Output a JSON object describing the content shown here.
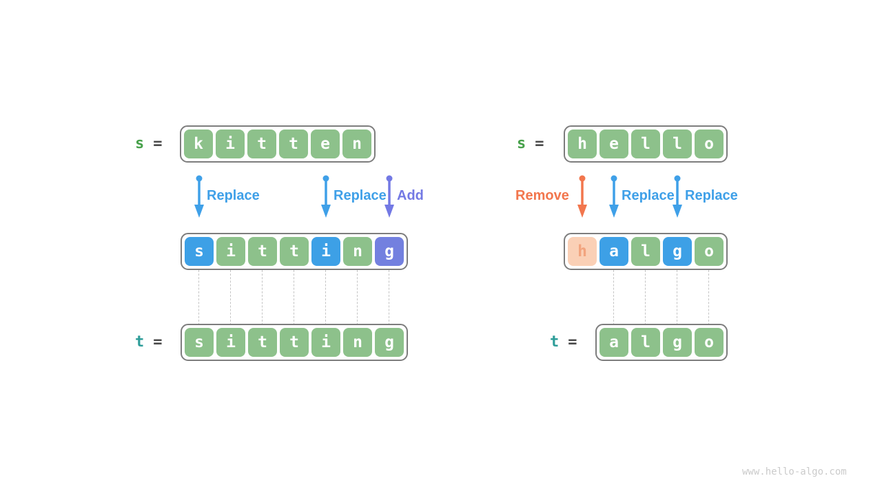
{
  "eq": "=",
  "watermark": "www.hello-algo.com",
  "palette": {
    "cell_green": "#8dc18b",
    "cell_blue": "#3da0e6",
    "cell_purple": "#7380df",
    "cell_peach_bg": "#fad0b6",
    "cell_peach_text": "#f2a47e",
    "arrow_blue": "#3fa0e8",
    "arrow_purple": "#7379e4",
    "arrow_orange": "#f2764d",
    "s_label_green": "#47a14b",
    "t_label_teal": "#2e9d99",
    "equals_gray": "#4a4a4a",
    "container_border": "#7d7d7d",
    "connector_gray": "#c4c4c4",
    "watermark_gray": "#cbcbcb"
  },
  "left": {
    "s_label": "s",
    "t_label": "t",
    "s_row": {
      "cells": [
        {
          "char": "k",
          "variant": "green"
        },
        {
          "char": "i",
          "variant": "green"
        },
        {
          "char": "t",
          "variant": "green"
        },
        {
          "char": "t",
          "variant": "green"
        },
        {
          "char": "e",
          "variant": "green"
        },
        {
          "char": "n",
          "variant": "green"
        }
      ]
    },
    "operations": [
      {
        "label": "Replace",
        "color": "blue"
      },
      {
        "label": "Replace",
        "color": "blue"
      },
      {
        "label": "Add",
        "color": "purple"
      }
    ],
    "mid_row": {
      "cells": [
        {
          "char": "s",
          "variant": "blue"
        },
        {
          "char": "i",
          "variant": "green"
        },
        {
          "char": "t",
          "variant": "green"
        },
        {
          "char": "t",
          "variant": "green"
        },
        {
          "char": "i",
          "variant": "blue"
        },
        {
          "char": "n",
          "variant": "green"
        },
        {
          "char": "g",
          "variant": "purple"
        }
      ]
    },
    "t_row": {
      "cells": [
        {
          "char": "s",
          "variant": "green"
        },
        {
          "char": "i",
          "variant": "green"
        },
        {
          "char": "t",
          "variant": "green"
        },
        {
          "char": "t",
          "variant": "green"
        },
        {
          "char": "i",
          "variant": "green"
        },
        {
          "char": "n",
          "variant": "green"
        },
        {
          "char": "g",
          "variant": "green"
        }
      ]
    }
  },
  "right": {
    "s_label": "s",
    "t_label": "t",
    "s_row": {
      "cells": [
        {
          "char": "h",
          "variant": "green"
        },
        {
          "char": "e",
          "variant": "green"
        },
        {
          "char": "l",
          "variant": "green"
        },
        {
          "char": "l",
          "variant": "green"
        },
        {
          "char": "o",
          "variant": "green"
        }
      ]
    },
    "operations": [
      {
        "label": "Remove",
        "color": "orange"
      },
      {
        "label": "Replace",
        "color": "blue"
      },
      {
        "label": "Replace",
        "color": "blue"
      }
    ],
    "mid_row": {
      "cells": [
        {
          "char": "h",
          "variant": "peach"
        },
        {
          "char": "a",
          "variant": "blue"
        },
        {
          "char": "l",
          "variant": "green"
        },
        {
          "char": "g",
          "variant": "blue"
        },
        {
          "char": "o",
          "variant": "green"
        }
      ]
    },
    "t_row": {
      "cells": [
        {
          "char": "a",
          "variant": "green"
        },
        {
          "char": "l",
          "variant": "green"
        },
        {
          "char": "g",
          "variant": "green"
        },
        {
          "char": "o",
          "variant": "green"
        }
      ]
    }
  }
}
